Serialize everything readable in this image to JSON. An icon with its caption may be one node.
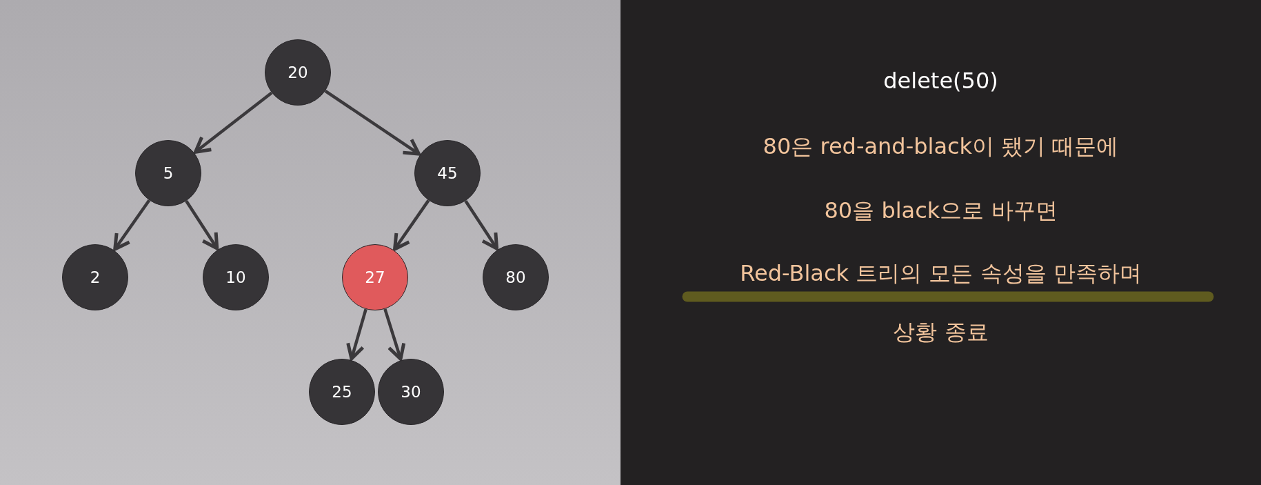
{
  "diagram": {
    "nodes": [
      {
        "text": [
          "20"
        ]
      },
      {
        "text": [
          "5"
        ]
      },
      {
        "text": [
          "45"
        ]
      },
      {
        "text": [
          "2"
        ]
      },
      {
        "text": [
          "10"
        ]
      },
      {
        "text": [
          "27"
        ]
      },
      {
        "text": [
          "80"
        ]
      },
      {
        "text": [
          "25"
        ]
      },
      {
        "text": [
          "30"
        ]
      }
    ],
    "edges": [
      {
        "from": 0,
        "to": 1,
        "arrow": "to"
      },
      {
        "from": 0,
        "to": 2,
        "arrow": "to"
      },
      {
        "from": 1,
        "to": 3,
        "arrow": "to"
      },
      {
        "from": 1,
        "to": 4,
        "arrow": "to"
      },
      {
        "from": 2,
        "to": 5,
        "arrow": "to"
      },
      {
        "from": 2,
        "to": 6,
        "arrow": "to"
      },
      {
        "from": 5,
        "to": 7,
        "arrow": "to"
      },
      {
        "from": 5,
        "to": 8,
        "arrow": "to"
      }
    ],
    "labels": [
      "delete(50)",
      "80은 red-and-black이 됐기 때문에",
      "80을 black으로 바꾸면",
      "Red-Black 트리의 모든 속성을 만족하며",
      "상황 종료"
    ]
  }
}
